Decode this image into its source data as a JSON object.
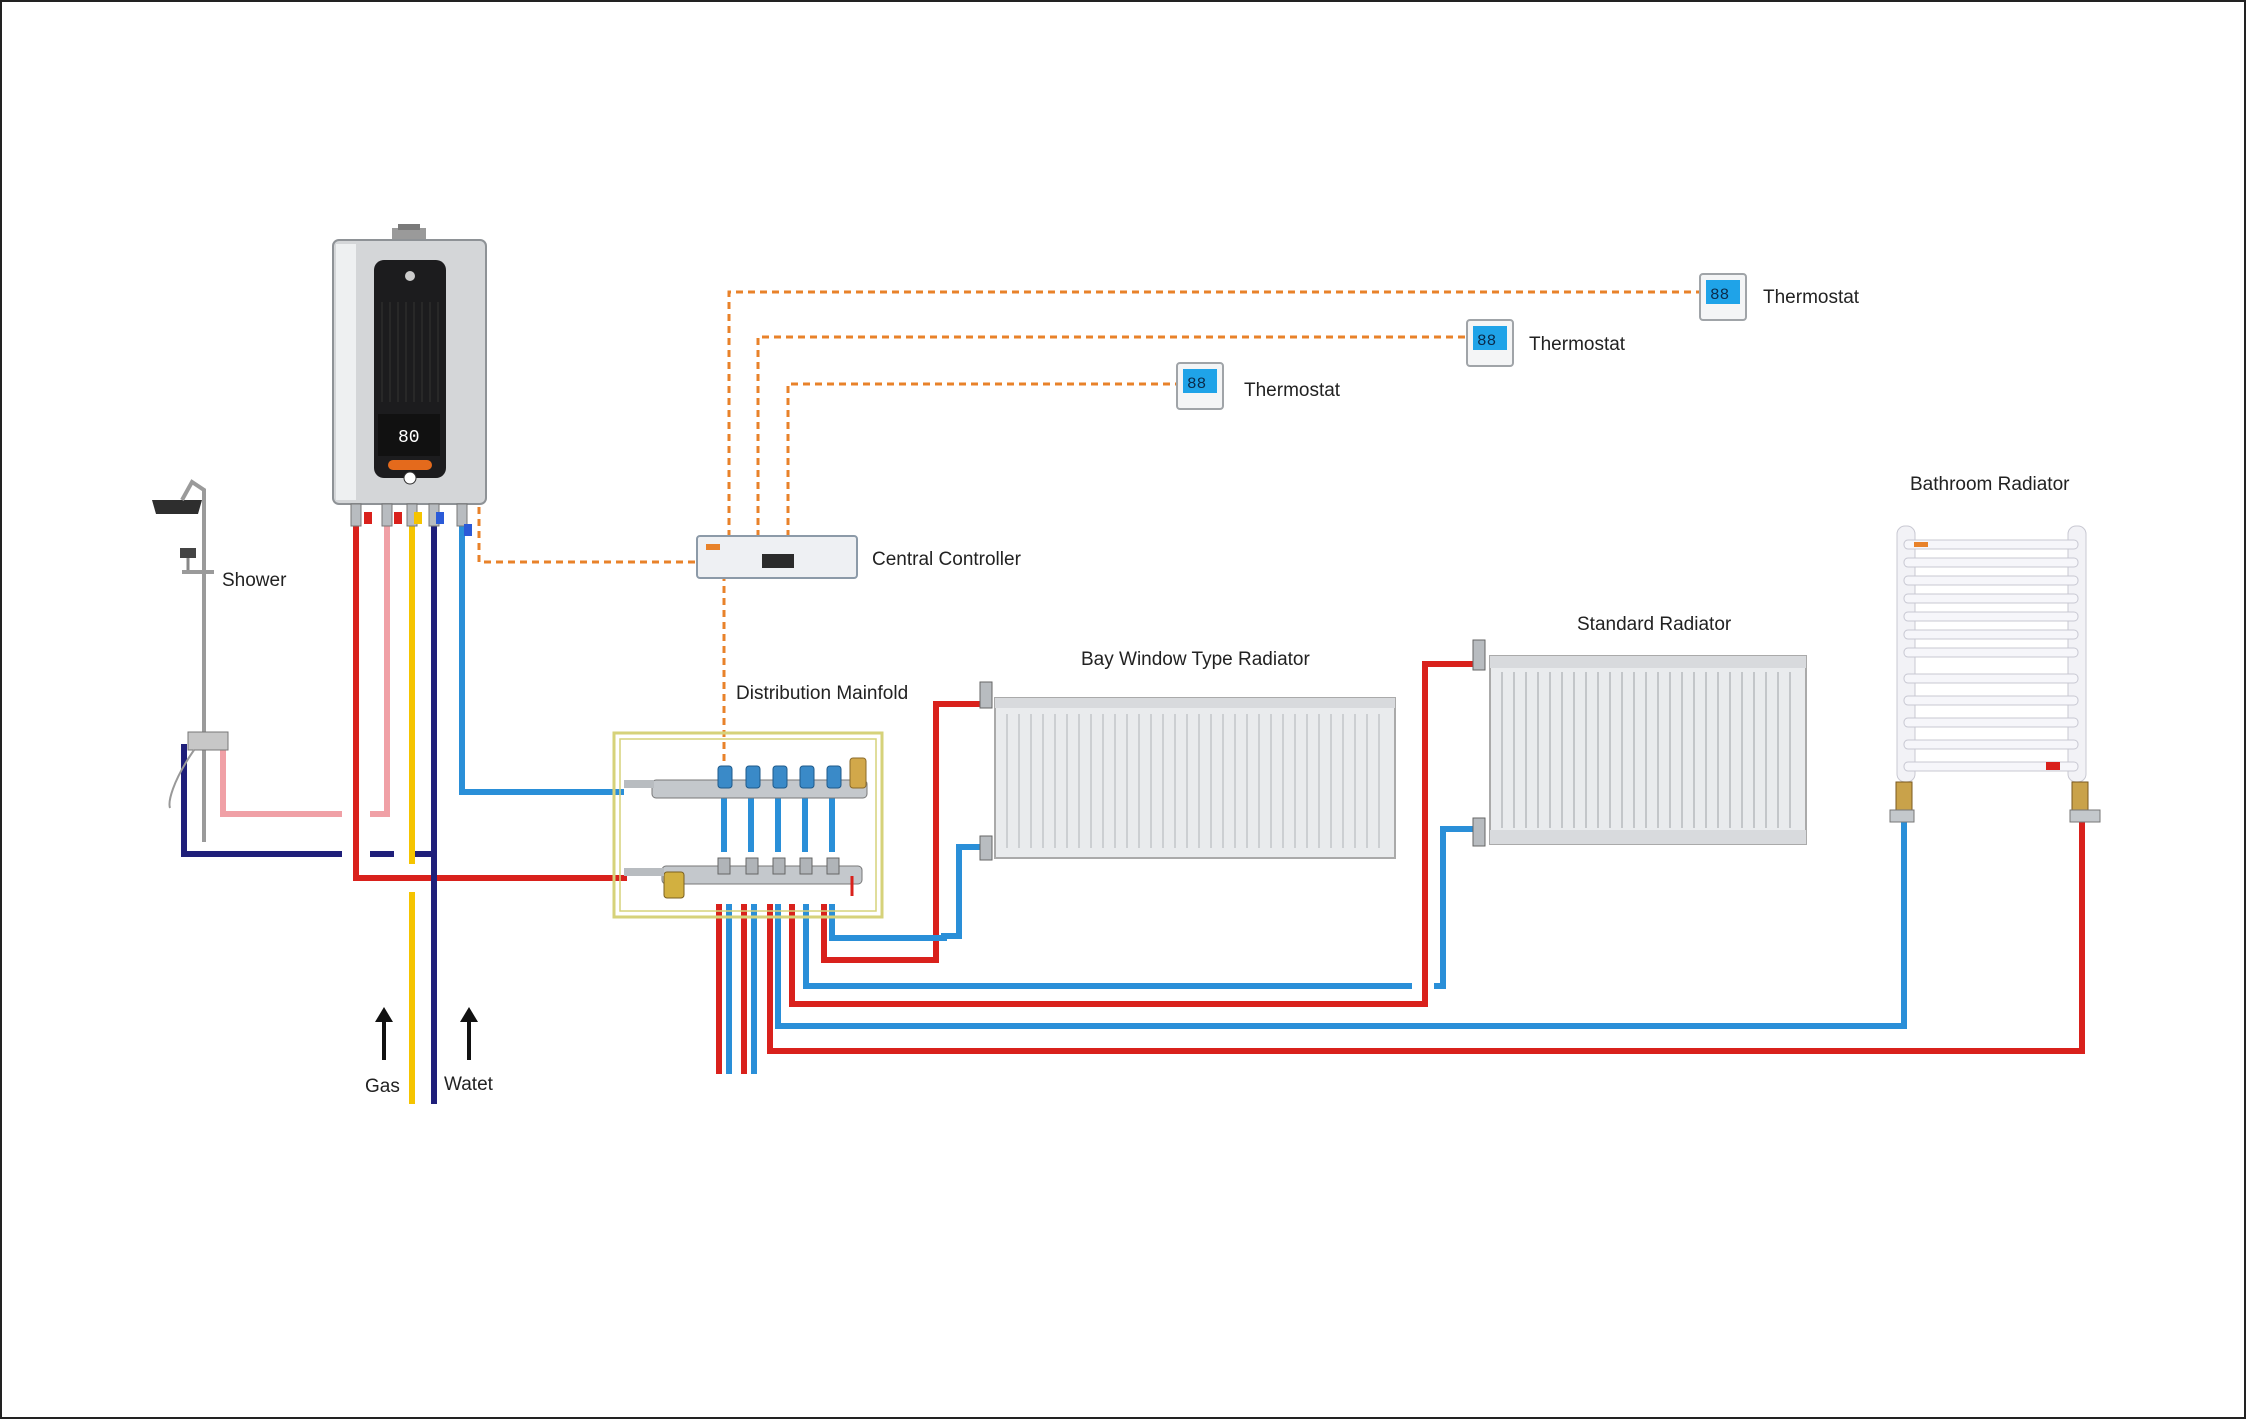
{
  "labels": {
    "shower": "Shower",
    "central_controller": "Central Controller",
    "distribution_manifold": "Distribution Mainfold",
    "bay_window_radiator": "Bay Window Type Radiator",
    "standard_radiator": "Standard Radiator",
    "bathroom_radiator": "Bathroom Radiator",
    "thermostat_1": "Thermostat",
    "thermostat_2": "Thermostat",
    "thermostat_3": "Thermostat",
    "gas": "Gas",
    "water": "Watet"
  },
  "displays": {
    "boiler_readout": "80",
    "thermostat_readout": "88"
  },
  "colors": {
    "hot_pipe": "#d9211c",
    "cold_return_pipe": "#2a8fd8",
    "gas_pipe": "#f5c400",
    "water_supply_pipe": "#1f1f7a",
    "shower_hot_pipe": "#f0a0a6",
    "control_wire": "#e8822a",
    "manifold_box": "#d6d27a"
  },
  "icons": {
    "boiler": "wall-boiler-icon",
    "shower": "shower-head-icon",
    "controller": "central-controller-icon",
    "manifold": "distribution-manifold-icon",
    "thermostat": "thermostat-icon",
    "flow_arrow": "arrow-up-icon"
  }
}
